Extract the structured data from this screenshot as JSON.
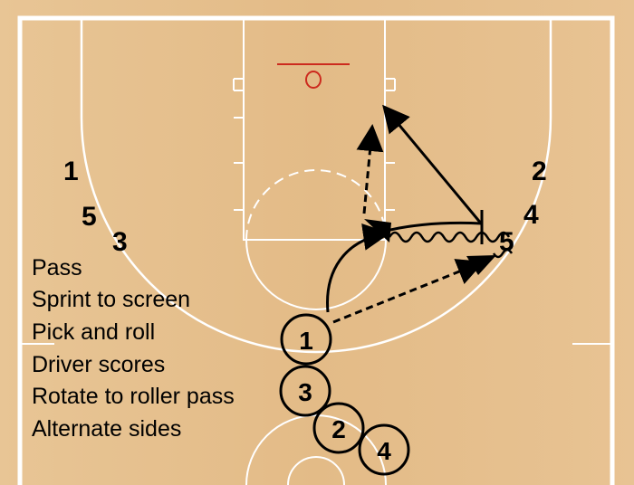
{
  "colors": {
    "court": "#e6c08f",
    "court_lines": "#ffffff",
    "rim": "#cc2a1e",
    "ink": "#000000"
  },
  "left_players": [
    "1",
    "5",
    "3"
  ],
  "right_players": [
    "2",
    "4",
    "5"
  ],
  "circled_players": [
    "1",
    "3",
    "2",
    "4"
  ],
  "drill_steps": [
    "Pass",
    "Sprint to screen",
    "Pick and roll",
    "Driver scores",
    "Rotate to roller pass",
    "Alternate sides"
  ]
}
